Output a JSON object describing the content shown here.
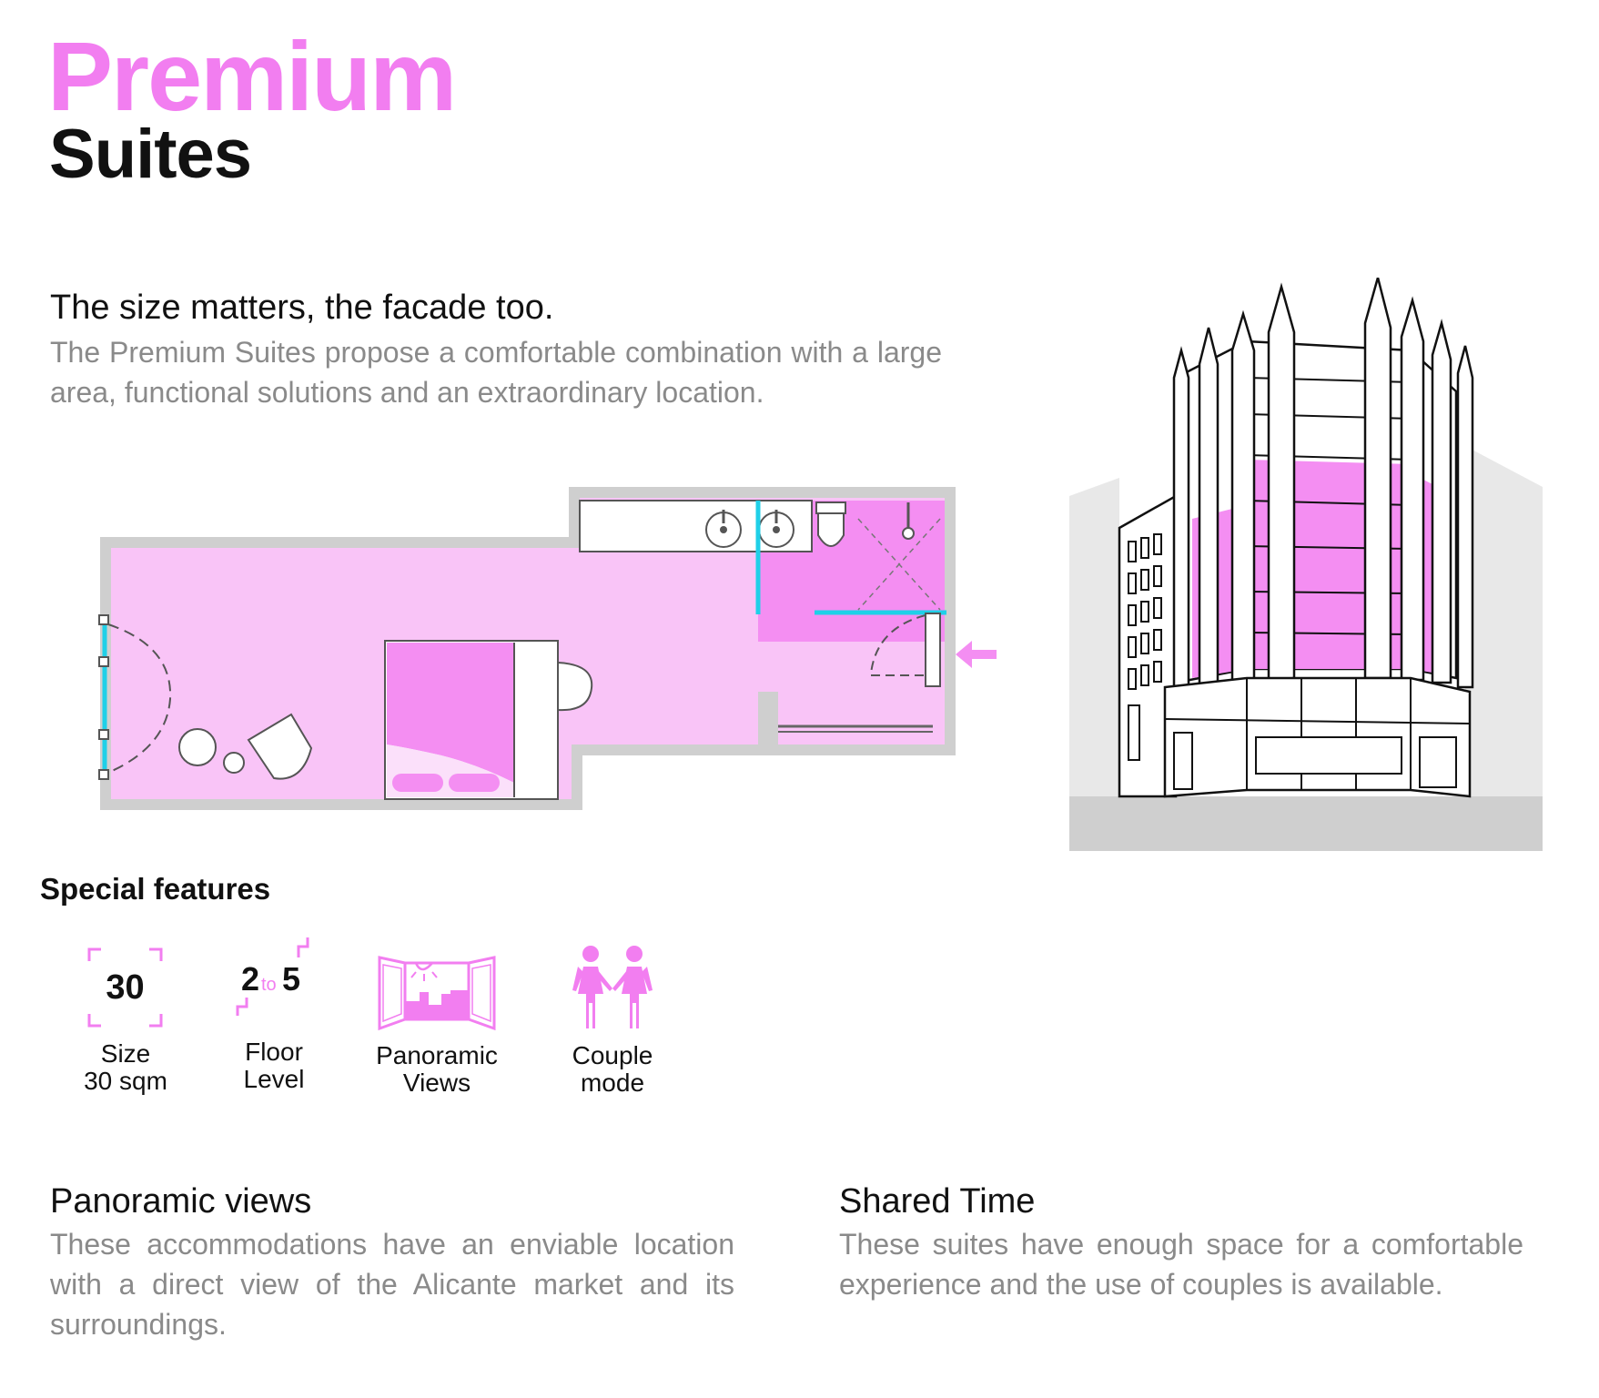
{
  "header": {
    "title_line1": "Premium",
    "title_line2": "Suites"
  },
  "intro": {
    "heading": "The size matters, the facade too.",
    "body": "The Premium Suites propose a comfortable combination with a large area, functional solutions and an extraordinary location."
  },
  "features": {
    "heading": "Special features",
    "items": [
      {
        "icon": "size-frame-icon",
        "icon_text": "30",
        "label_line1": "Size",
        "label_line2": "30 sqm"
      },
      {
        "icon": "floor-level-icon",
        "icon_from": "2",
        "icon_to": "to",
        "icon_end": "5",
        "label_line1": "Floor",
        "label_line2": "Level"
      },
      {
        "icon": "panoramic-window-icon",
        "label_line1": "Panoramic",
        "label_line2": "Views"
      },
      {
        "icon": "couple-icon",
        "label_line1": "Couple",
        "label_line2": "mode"
      }
    ]
  },
  "panoramic": {
    "heading": "Panoramic views",
    "body": "These accommodations have an enviable location with a direct view of the Alicante market and its surroundings."
  },
  "shared": {
    "heading": "Shared Time",
    "body": "These suites have enough space for a comfortable experience and the use of couples is available."
  },
  "colors": {
    "accent": "#f27ef0",
    "light_pink": "#f9c4f7",
    "mid_pink": "#f48ef2",
    "wall_gray": "#cfcfcf",
    "cyan": "#1fd0e8",
    "text_gray": "#8a8a8a"
  }
}
